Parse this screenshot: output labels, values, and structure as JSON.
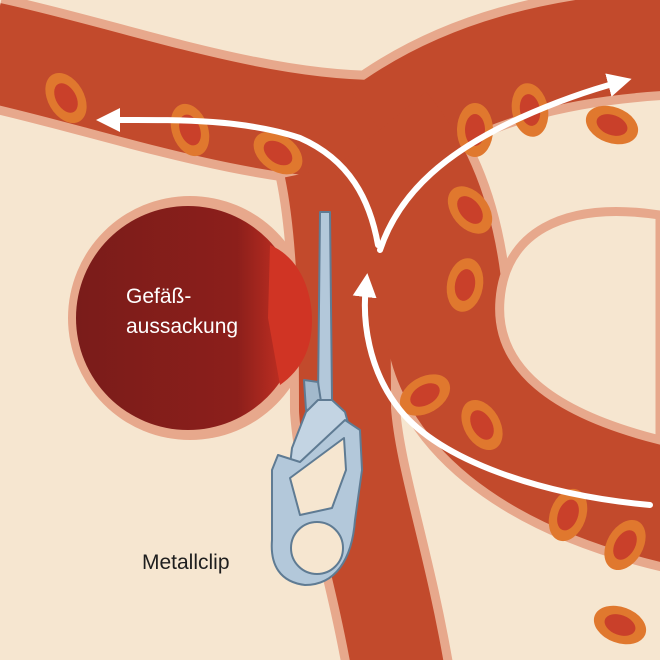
{
  "labels": {
    "aneurysm_line1": "Gefäß-",
    "aneurysm_line2": "aussackung",
    "clip": "Metallclip"
  },
  "colors": {
    "background": "#f6e6d0",
    "vessel_wall": "#e7a88c",
    "blood": "#c24a2c",
    "aneurysm": "#7a1c1a",
    "blood_cell": "#e0782e",
    "blood_cell_core": "#c9402a",
    "flow_arrow": "#ffffff",
    "clip": "#b3c8da",
    "clip_outline": "#5f7b93"
  },
  "icons": [
    "flow-arrow-icon",
    "metal-clip-icon",
    "blood-cell-icon"
  ]
}
